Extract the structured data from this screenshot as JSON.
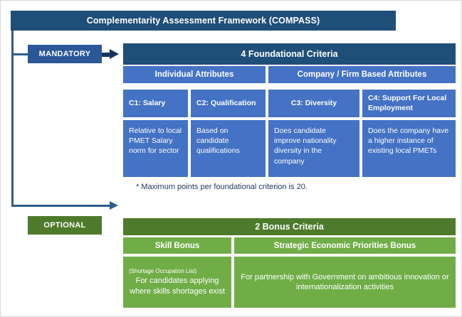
{
  "framework": {
    "title": "Complementarity Assessment Framework (COMPASS)"
  },
  "side_labels": {
    "mandatory": "MANDATORY",
    "optional": "OPTIONAL"
  },
  "foundational": {
    "header": "4 Foundational Criteria",
    "groups": [
      {
        "label": "Individual Attributes"
      },
      {
        "label": "Company / Firm Based Attributes"
      }
    ],
    "criteria": [
      {
        "title": "C1: Salary",
        "description": "Relative to local PMET Salary norm for sector"
      },
      {
        "title": "C2: Qualification",
        "description": "Based on candidate qualifications"
      },
      {
        "title": "C3: Diversity",
        "description": "Does candidate improve nationality diversity in the company"
      },
      {
        "title": "C4: Support For Local Employment",
        "description": "Does the company have a higher instance of existing local PMETs"
      }
    ],
    "footnote": "* Maximum points per foundational criterion is 20."
  },
  "bonus": {
    "header": "2 Bonus Criteria",
    "criteria": [
      {
        "title": "Skill Bonus",
        "note": "(Shortage Occupation List)",
        "description": "For candidates applying where skills shortages exist"
      },
      {
        "title": "Strategic Economic Priorities Bonus",
        "note": "",
        "description": "For partnership with Government on ambitious innovation or internationalization activities"
      }
    ]
  },
  "colors": {
    "dark_blue": "#1F4E79",
    "mid_blue": "#4472C4",
    "label_blue": "#2B5797",
    "connector_blue": "#2E5E8C",
    "dark_green": "#4E7A2B",
    "mid_green": "#70AD47",
    "footnote_text": "#1F3864"
  }
}
